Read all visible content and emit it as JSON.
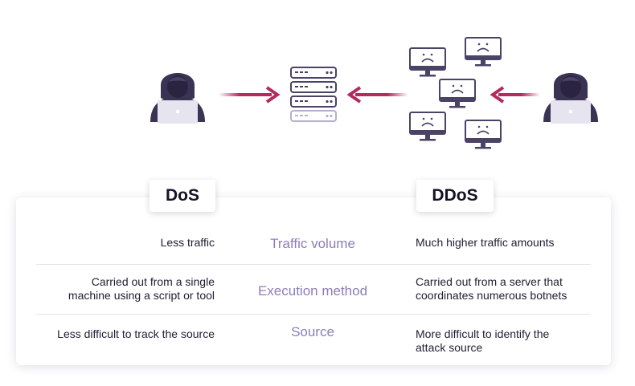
{
  "colors": {
    "arrow": "#b32a5f",
    "attacker": "#3b3354",
    "monitor": "#4a4366",
    "server": "#5a5478",
    "accent_text": "#8a7fb6"
  },
  "icons": {
    "attacker_left": "hooded-hacker-laptop-icon",
    "attacker_right": "hooded-hacker-laptop-icon",
    "server": "server-rack-icon",
    "botnet": "sad-monitor-icon"
  },
  "headers": {
    "dos": "DoS",
    "ddos": "DDoS"
  },
  "rows": [
    {
      "dos": "Less traffic",
      "criterion": "Traffic volume",
      "ddos": "Much higher traffic amounts"
    },
    {
      "dos": [
        "Carried out from a single",
        "machine using a script or tool"
      ],
      "criterion": "Execution method",
      "ddos": [
        "Carried out from a server that",
        "coordinates numerous botnets"
      ]
    },
    {
      "dos": "Less difficult to track the source",
      "criterion": "Source",
      "ddos": [
        "More difficult to identify the",
        "attack source"
      ]
    }
  ]
}
